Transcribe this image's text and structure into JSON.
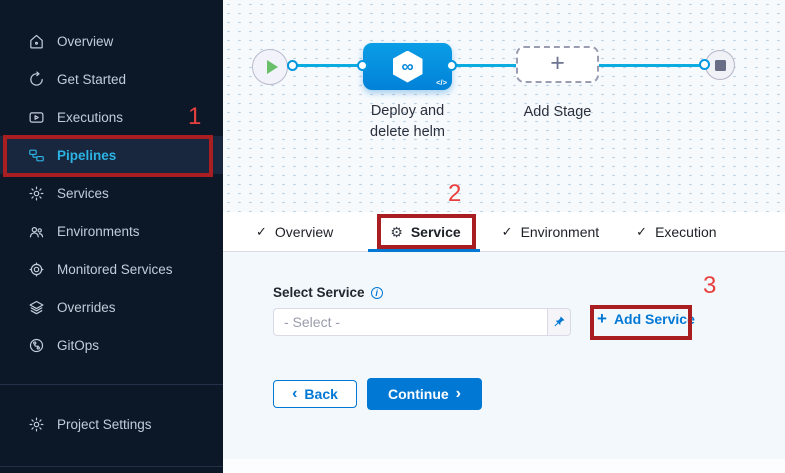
{
  "sidebar": {
    "items": [
      {
        "label": "Overview"
      },
      {
        "label": "Get Started"
      },
      {
        "label": "Executions"
      },
      {
        "label": "Pipelines",
        "selected": true
      },
      {
        "label": "Services"
      },
      {
        "label": "Environments"
      },
      {
        "label": "Monitored Services"
      },
      {
        "label": "Overrides"
      },
      {
        "label": "GitOps"
      }
    ],
    "footer": {
      "label": "Project Settings"
    }
  },
  "canvas": {
    "stage_name_line1": "Deploy and",
    "stage_name_line2": "delete helm",
    "add_stage_label": "Add Stage"
  },
  "tabs": {
    "overview": "Overview",
    "service": "Service",
    "environment": "Environment",
    "execution": "Execution",
    "active": "Service"
  },
  "form": {
    "select_service_label": "Select Service",
    "select_placeholder": "- Select -",
    "add_service_label": "Add Service",
    "back_label": "Back",
    "continue_label": "Continue"
  },
  "annotations": {
    "step1": "1",
    "step2": "2",
    "step3": "3"
  },
  "icons": {
    "check": "✓",
    "gear": "⚙",
    "plus": "+",
    "chevron_left": "‹",
    "chevron_right": "›",
    "code": "</>",
    "infinity": "∞",
    "info": "i"
  },
  "colors": {
    "accent_blue": "#0278d5",
    "pipeline_line_cyan": "#0bade0",
    "stage_node_blue": "#0092e4",
    "sidebar_bg": "#0c1728",
    "sidebar_selected_text": "#2cb3e4",
    "annotation_box_red": "#a91e21",
    "annotation_number_red": "#e8403e"
  }
}
